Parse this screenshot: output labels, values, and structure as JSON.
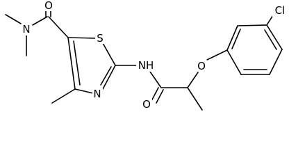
{
  "molecule": {
    "atom_labels": {
      "n_amide": "N",
      "o_carbonyl_top": "O",
      "s_ring": "S",
      "n_ring": "N",
      "nh": "NH",
      "o_carbonyl_bottom": "O",
      "o_ether": "O",
      "cl": "Cl"
    }
  }
}
